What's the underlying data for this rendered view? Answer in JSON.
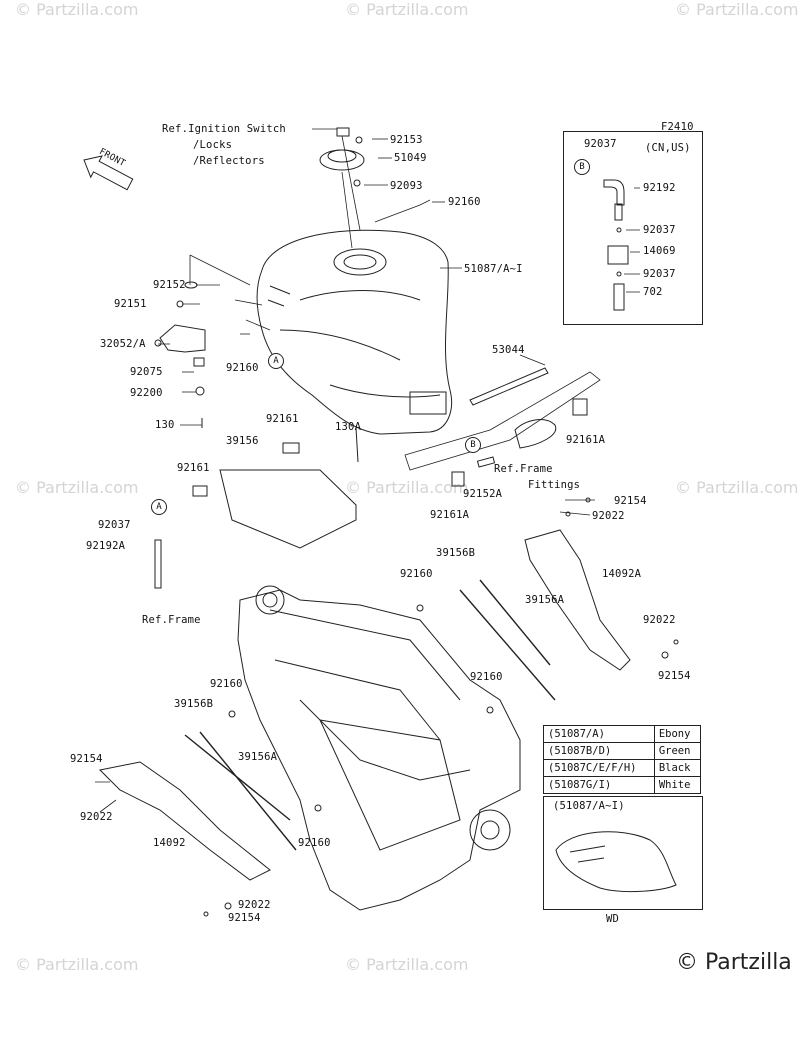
{
  "figure_code": "F2410",
  "watermark": "© Partzilla.com",
  "brand": "© Partzilla",
  "front_label": "FRONT",
  "ref_labels": {
    "ignition_line1": "Ref.Ignition Switch",
    "ignition_line2": "/Locks",
    "ignition_line3": "/Reflectors",
    "frame_fittings_line1": "Ref.Frame",
    "frame_fittings_line2": "Fittings",
    "frame": "Ref.Frame"
  },
  "markers": {
    "a": "A",
    "b": "B"
  },
  "inset_region": "(CN,US)",
  "color_chart": [
    {
      "code": "(51087/A)",
      "color": "Ebony"
    },
    {
      "code": "(51087B/D)",
      "color": "Green"
    },
    {
      "code": "(51087C/E/F/H)",
      "color": "Black"
    },
    {
      "code": "(51087G/I)",
      "color": "White"
    }
  ],
  "wd_box": {
    "title": "(51087/A~I)",
    "caption": "WD"
  },
  "parts": {
    "p92153": "92153",
    "p51049": "51049",
    "p92093": "92093",
    "p92160_top": "92160",
    "p51087": "51087/A~I",
    "p92152": "92152",
    "p92151": "92151",
    "p32052": "32052/A",
    "p92075": "92075",
    "p92200": "92200",
    "p130": "130",
    "p92160_left": "92160",
    "p53044": "53044",
    "p92161": "92161",
    "p39156": "39156",
    "p130A": "130A",
    "p92161A_right": "92161A",
    "p92161_b": "92161",
    "p92152A": "92152A",
    "p92161A_b": "92161A",
    "p92037_left": "92037",
    "p92192A": "92192A",
    "p92154_a": "92154",
    "p92022_a": "92022",
    "p39156B_a": "39156B",
    "p14092A": "14092A",
    "p92160_mid": "92160",
    "p39156A_a": "39156A",
    "p92022_b": "92022",
    "p92154_b": "92154",
    "p92160_low": "92160",
    "p92160_l2": "92160",
    "p39156B_b": "39156B",
    "p39156A_b": "39156A",
    "p92154_c": "92154",
    "p92022_c": "92022",
    "p14092": "14092",
    "p92160_bot": "92160",
    "p92022_d": "92022",
    "p92154_d": "92154",
    "p92037_i1": "92037",
    "p92192": "92192",
    "p92037_i2": "92037",
    "p14069": "14069",
    "p92037_i3": "92037",
    "p702": "702"
  }
}
